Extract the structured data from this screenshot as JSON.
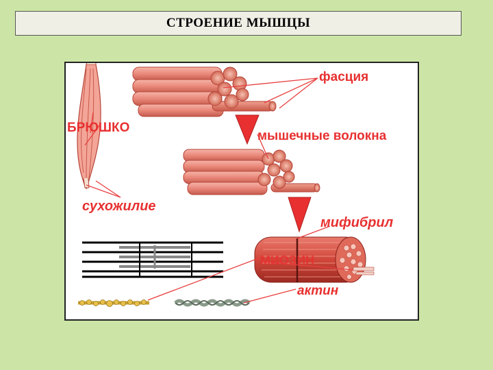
{
  "title": "СТРОЕНИЕ МЫШЦЫ",
  "labels": {
    "fascia": "фасция",
    "belly": "БРЮШКО",
    "fibers": "мышечные волокна",
    "tendon": "сухожилие",
    "myofibril": "мифибрил",
    "myosin": "МИОЗИН",
    "actin": "актин"
  },
  "colors": {
    "background": "#cce5a6",
    "muscle": "#e9887a",
    "muscle_dark": "#b5453a",
    "label_red": "#e83030",
    "pointer_line": "#e84040"
  },
  "icons": [
    "muscle-belly-icon",
    "fascia-bundle-icon",
    "fiber-bundle-icon",
    "myofibril-icon",
    "sarcomere-icon",
    "myosin-filament-icon",
    "actin-filament-icon",
    "down-arrow-icon"
  ]
}
